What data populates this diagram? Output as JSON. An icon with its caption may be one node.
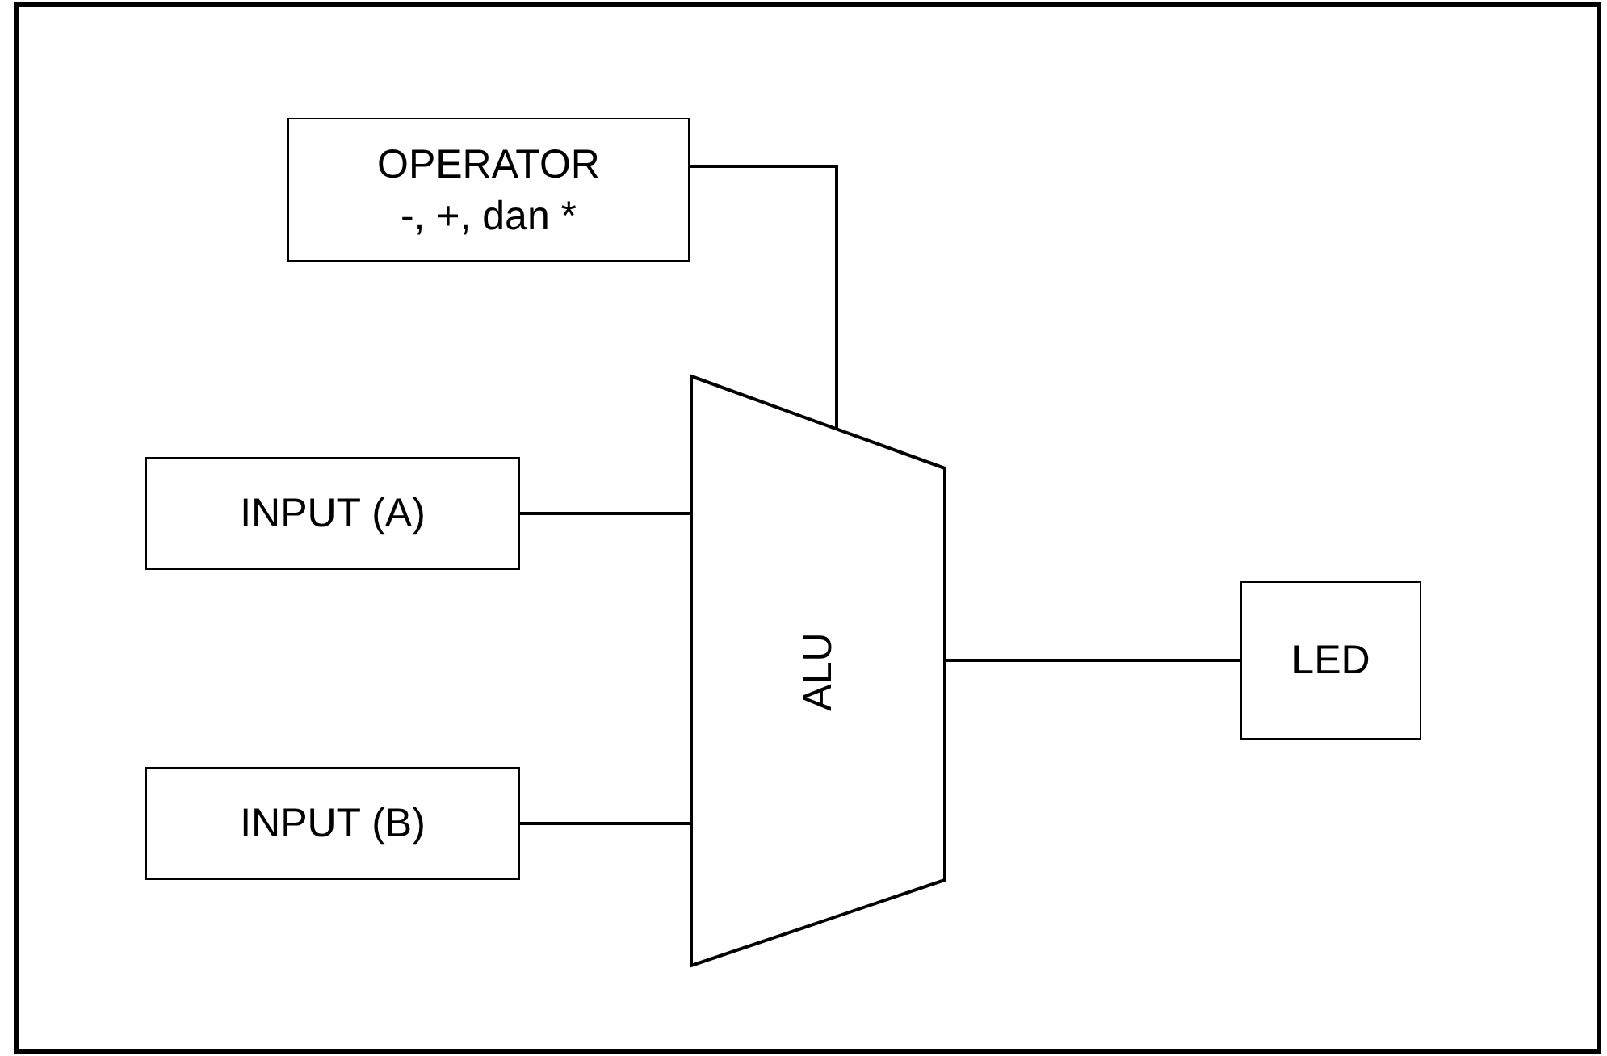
{
  "diagram": {
    "nodes": [
      {
        "text": [
          "OPERATOR",
          "-, +, dan *"
        ]
      },
      {
        "text": [
          "INPUT (A)"
        ]
      },
      {
        "text": [
          "INPUT (B)"
        ]
      },
      {
        "text": [
          "ALU"
        ]
      },
      {
        "text": [
          "LED"
        ]
      }
    ],
    "edges": [
      {
        "from": 0,
        "to": 3,
        "arrow": "none"
      },
      {
        "from": 1,
        "to": 3,
        "arrow": "none"
      },
      {
        "from": 2,
        "to": 3,
        "arrow": "none"
      },
      {
        "from": 3,
        "to": 4,
        "arrow": "none"
      }
    ]
  }
}
